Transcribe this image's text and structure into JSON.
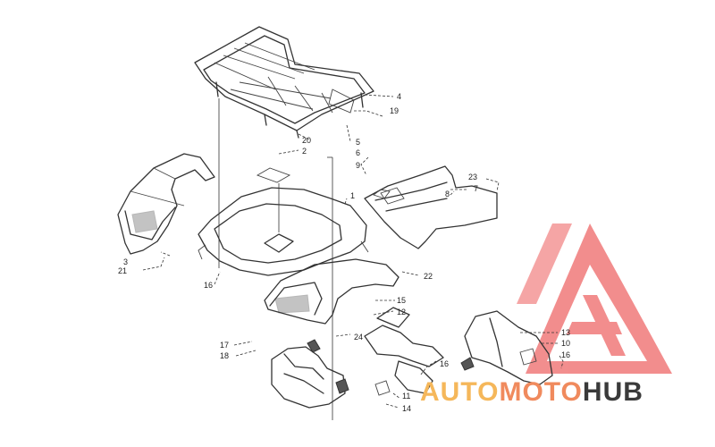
{
  "callouts": [
    {
      "id": "4",
      "label": "4"
    },
    {
      "id": "19",
      "label": "19"
    },
    {
      "id": "20",
      "label": "20"
    },
    {
      "id": "2",
      "label": "2"
    },
    {
      "id": "5",
      "label": "5"
    },
    {
      "id": "6",
      "label": "6"
    },
    {
      "id": "9",
      "label": "9"
    },
    {
      "id": "1",
      "label": "1"
    },
    {
      "id": "23",
      "label": "23"
    },
    {
      "id": "7",
      "label": "7"
    },
    {
      "id": "8",
      "label": "8"
    },
    {
      "id": "3",
      "label": "3"
    },
    {
      "id": "21",
      "label": "21"
    },
    {
      "id": "16a",
      "label": "16"
    },
    {
      "id": "22",
      "label": "22"
    },
    {
      "id": "15",
      "label": "15"
    },
    {
      "id": "12",
      "label": "12"
    },
    {
      "id": "24",
      "label": "24"
    },
    {
      "id": "17",
      "label": "17"
    },
    {
      "id": "18",
      "label": "18"
    },
    {
      "id": "13",
      "label": "13"
    },
    {
      "id": "10",
      "label": "10"
    },
    {
      "id": "16b",
      "label": "16"
    },
    {
      "id": "16c",
      "label": "16"
    },
    {
      "id": "11",
      "label": "11"
    },
    {
      "id": "14",
      "label": "14"
    }
  ],
  "watermark": {
    "part1": "AUTO",
    "part2": "MOTO",
    "part3": "HUB",
    "color_light": "#f5b75a",
    "color_mid": "#f08a5d",
    "color_dark": "#3a3a3a",
    "logo_color": "#f07a7a"
  }
}
